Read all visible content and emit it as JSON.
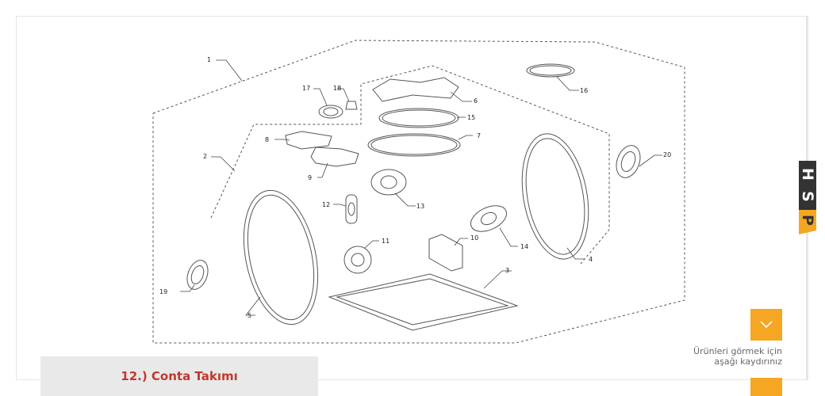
{
  "diagram": {
    "callouts": [
      {
        "id": "1",
        "label": "1"
      },
      {
        "id": "2",
        "label": "2"
      },
      {
        "id": "3",
        "label": "3"
      },
      {
        "id": "4",
        "label": "4"
      },
      {
        "id": "5",
        "label": "5"
      },
      {
        "id": "6",
        "label": "6"
      },
      {
        "id": "7",
        "label": "7"
      },
      {
        "id": "8",
        "label": "8"
      },
      {
        "id": "9",
        "label": "9"
      },
      {
        "id": "10",
        "label": "10"
      },
      {
        "id": "11",
        "label": "11"
      },
      {
        "id": "12",
        "label": "12"
      },
      {
        "id": "13",
        "label": "13"
      },
      {
        "id": "14",
        "label": "14"
      },
      {
        "id": "15",
        "label": "15"
      },
      {
        "id": "16",
        "label": "16"
      },
      {
        "id": "17",
        "label": "17"
      },
      {
        "id": "18",
        "label": "18"
      },
      {
        "id": "19",
        "label": "19"
      },
      {
        "id": "20",
        "label": "20"
      }
    ]
  },
  "caption": {
    "title": "12.) Conta Takımı"
  },
  "scroll_hint": {
    "line1": "Ürünleri görmek için",
    "line2": "aşağı kaydırınız",
    "button_icon": "chevron-down-icon"
  },
  "brand": {
    "letters": [
      "H",
      "S",
      "P"
    ],
    "accent": "#f5a623"
  }
}
